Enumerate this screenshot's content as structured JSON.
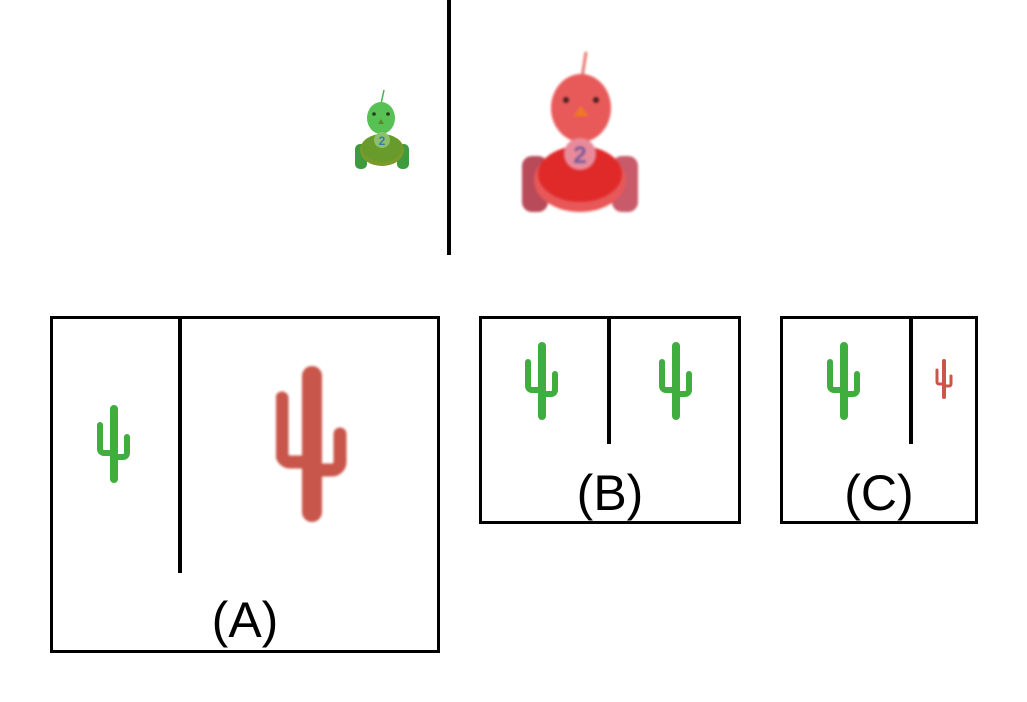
{
  "example": {
    "left_object": {
      "icon": "toy-bird-car-icon",
      "color": "#4caf50",
      "number": "2"
    },
    "right_object": {
      "icon": "toy-bird-car-icon",
      "color": "#e84a4a",
      "number": "2"
    }
  },
  "options": [
    {
      "label": "(A)",
      "left_icon": "cactus-icon",
      "left_color": "#3fae3f",
      "right_icon": "cactus-icon",
      "right_color": "#c9564a"
    },
    {
      "label": "(B)",
      "left_icon": "cactus-icon",
      "left_color": "#3fae3f",
      "right_icon": "cactus-icon",
      "right_color": "#3fae3f"
    },
    {
      "label": "(C)",
      "left_icon": "cactus-icon",
      "left_color": "#3fae3f",
      "right_icon": "cactus-icon",
      "right_color": "#c9564a"
    }
  ]
}
